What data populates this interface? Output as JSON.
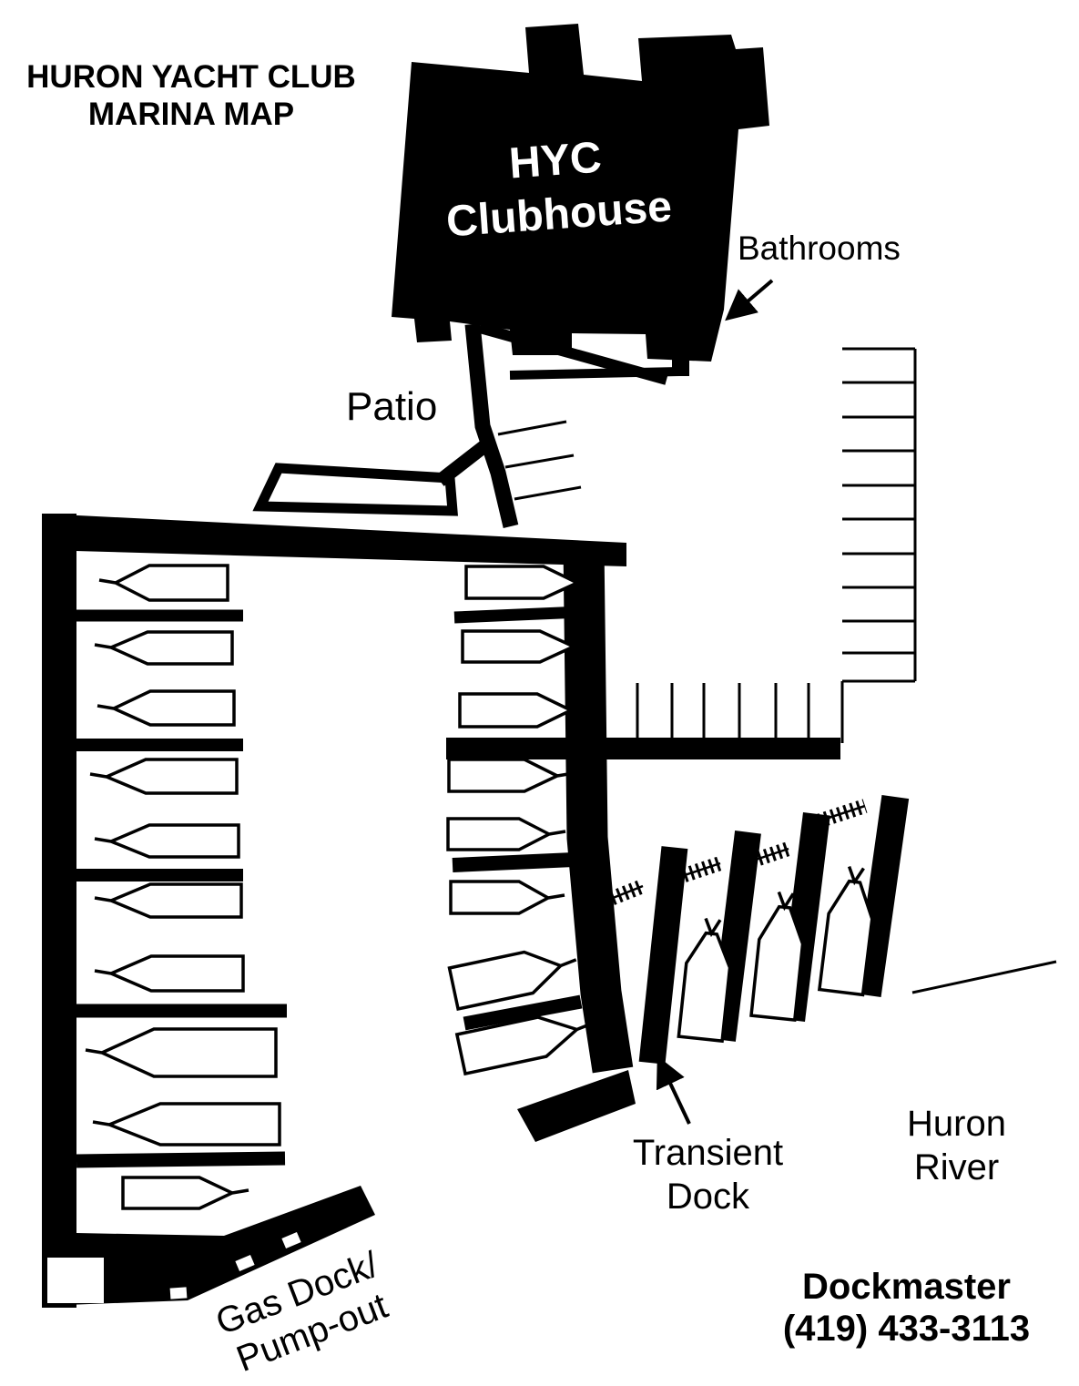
{
  "page": {
    "background_color": "#ffffff",
    "ink_color": "#000000",
    "clubhouse_text_color": "#ffffff"
  },
  "title": {
    "line1": "HURON YACHT CLUB",
    "line2": "MARINA MAP"
  },
  "clubhouse": {
    "line1": "HYC",
    "line2": "Clubhouse"
  },
  "labels": {
    "bathrooms": "Bathrooms",
    "patio": "Patio",
    "transient_line1": "Transient",
    "transient_line2": "Dock",
    "river_line1": "Huron",
    "river_line2": "River",
    "gas_dock_line1": "Gas Dock/",
    "gas_dock_line2": "Pump-out",
    "dockmaster_line1": "Dockmaster",
    "dockmaster_line2": "(419) 433-3113"
  },
  "map": {
    "left_dock_slip_count": 10,
    "center_dock_slip_count": 8,
    "transient_pier_count": 4,
    "transient_boat_count": 3,
    "east_grid_row_count": 10
  }
}
